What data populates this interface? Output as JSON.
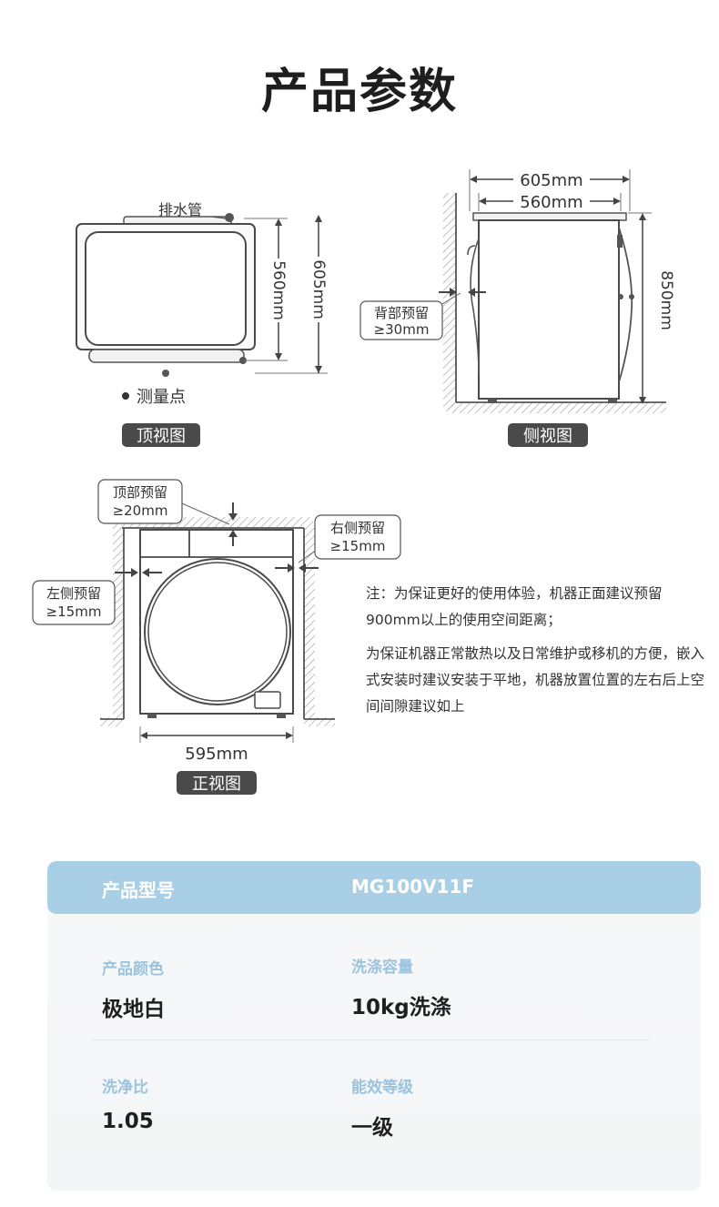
{
  "title": "产品参数",
  "top_view": {
    "drain_label": "排水管",
    "dim_inner": "560mm",
    "dim_outer": "605mm",
    "legend": "测量点",
    "caption": "顶视图"
  },
  "side_view": {
    "dim_top_outer": "605mm",
    "dim_top_inner": "560mm",
    "dim_height": "850mm",
    "back_label_1": "背部预留",
    "back_label_2": "≥30mm",
    "caption": "侧视图"
  },
  "front_view": {
    "top_label_1": "顶部预留",
    "top_label_2": "≥20mm",
    "right_label_1": "右侧预留",
    "right_label_2": "≥15mm",
    "left_label_1": "左侧预留",
    "left_label_2": "≥15mm",
    "dim_width": "595mm",
    "caption": "正视图"
  },
  "notes": [
    "注：为保证更好的使用体验，机器正面建议预留900mm以上的使用空间距离；",
    "为保证机器正常散热以及日常维护或移机的方便，嵌入式安装时建议安装于平地，机器放置位置的左右后上空间间隙建议如上"
  ],
  "specs": {
    "header_label": "产品型号",
    "header_value": "MG100V11F",
    "items": [
      {
        "label": "产品颜色",
        "value": "极地白"
      },
      {
        "label": "洗涤容量",
        "value": "10kg洗涤"
      },
      {
        "label": "洗净比",
        "value": "1.05"
      },
      {
        "label": "能效等级",
        "value": "一级"
      }
    ]
  },
  "colors": {
    "header_bg": "#a8cfe6",
    "label_blue": "#9bc3de",
    "caption_bg": "#4a4a4a"
  }
}
